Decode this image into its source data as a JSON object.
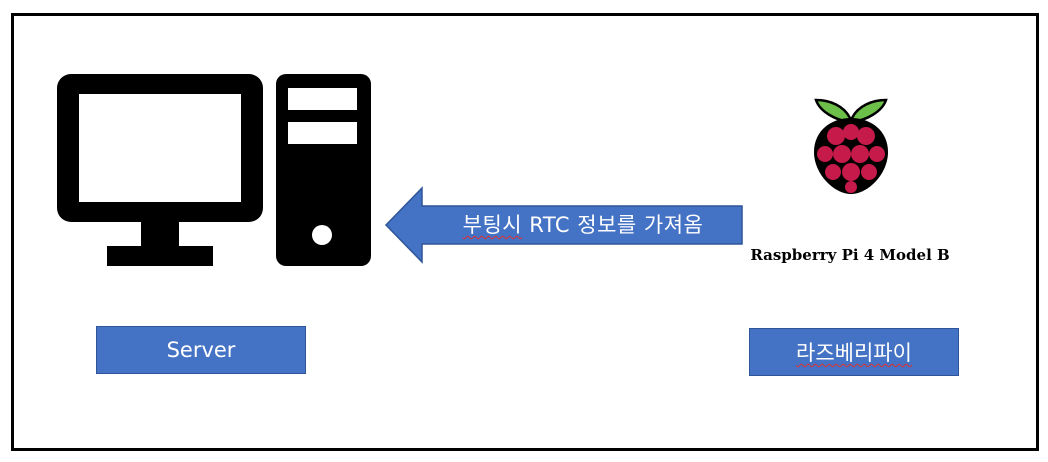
{
  "arrow": {
    "text_part1": "부팅시",
    "text_part2": " RTC 정보를 가져옴"
  },
  "server": {
    "label": "Server"
  },
  "raspberry": {
    "caption": "Raspberry Pi 4 Model B",
    "label": "라즈베리파이"
  },
  "colors": {
    "box_fill": "#4472c4",
    "box_border": "#2f5597",
    "raspberry_red": "#c51a4a",
    "leaf_green": "#6cc04a",
    "outline": "#000000"
  }
}
